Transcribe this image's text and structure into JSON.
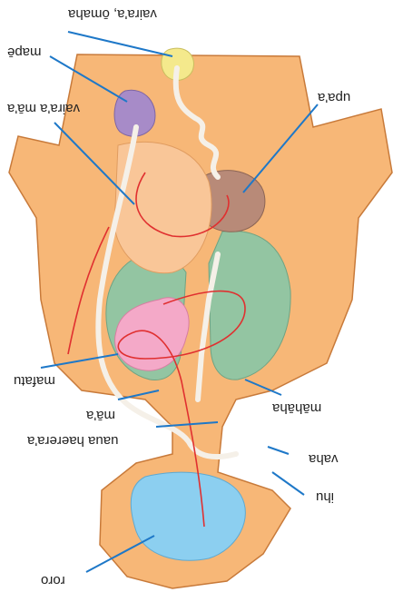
{
  "labels": {
    "vaira_omaha": "vaira'a, ōmaha",
    "mape": "mapē",
    "vaira_mia": "vaira'a mā'a",
    "upa": "upa'a",
    "mafatu": "mafatu",
    "maa": "mā'a",
    "mahaha": "māhāha",
    "uaua_haerera": "uaua haerera'a",
    "vaha": "vaha",
    "ihu": "ihu",
    "roro": "roro"
  },
  "colors": {
    "body": "#f7b777",
    "body_outline": "#c87a3a",
    "lung_green": "#93c5a2",
    "heart_pink": "#f4a9c8",
    "liver_brown": "#b88a78",
    "stomach_purple": "#a78bc8",
    "gland_yellow": "#f4e98c",
    "brain_blue": "#8ccff0",
    "vessel_red": "#e03030",
    "tract_white": "#f5f0e8",
    "leader_blue": "#1e78c8"
  }
}
